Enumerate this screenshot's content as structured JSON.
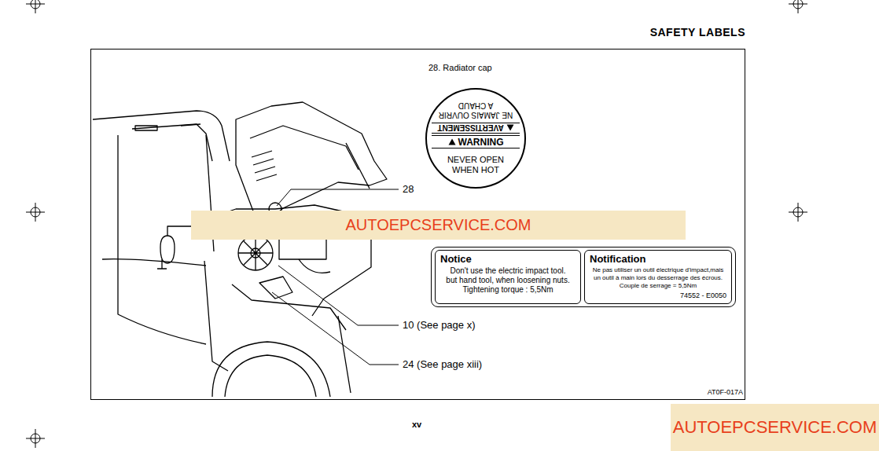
{
  "diagram": {
    "title": "SAFETY LABELS",
    "nodes": [
      {
        "text": [
          "28. Radiator cap",
          "AVERTISSEMENT",
          "NE JAMAIS OUVRIR A CHAUD",
          "WARNING",
          "NEVER OPEN WHEN HOT"
        ]
      },
      {
        "text": [
          "Notice",
          "Don't use the electric impact tool. but hand tool, when loosening nuts. Tightening torque : 5,5Nm"
        ]
      },
      {
        "text": [
          "Notification",
          "Ne pas utiliser un outil électrique d'impact,mais un outil à main lors du desserrage des écrous.",
          "Couple de serrage = 5,5Nm",
          "74552 - E0050"
        ]
      }
    ],
    "labels": [
      "28",
      "10 (See page x)",
      "24 (See page xiii)",
      "AT0F-017A",
      "xv",
      "AUTOEPCSERVICE.COM",
      "AUTOEPCSERVICE.COM"
    ]
  }
}
